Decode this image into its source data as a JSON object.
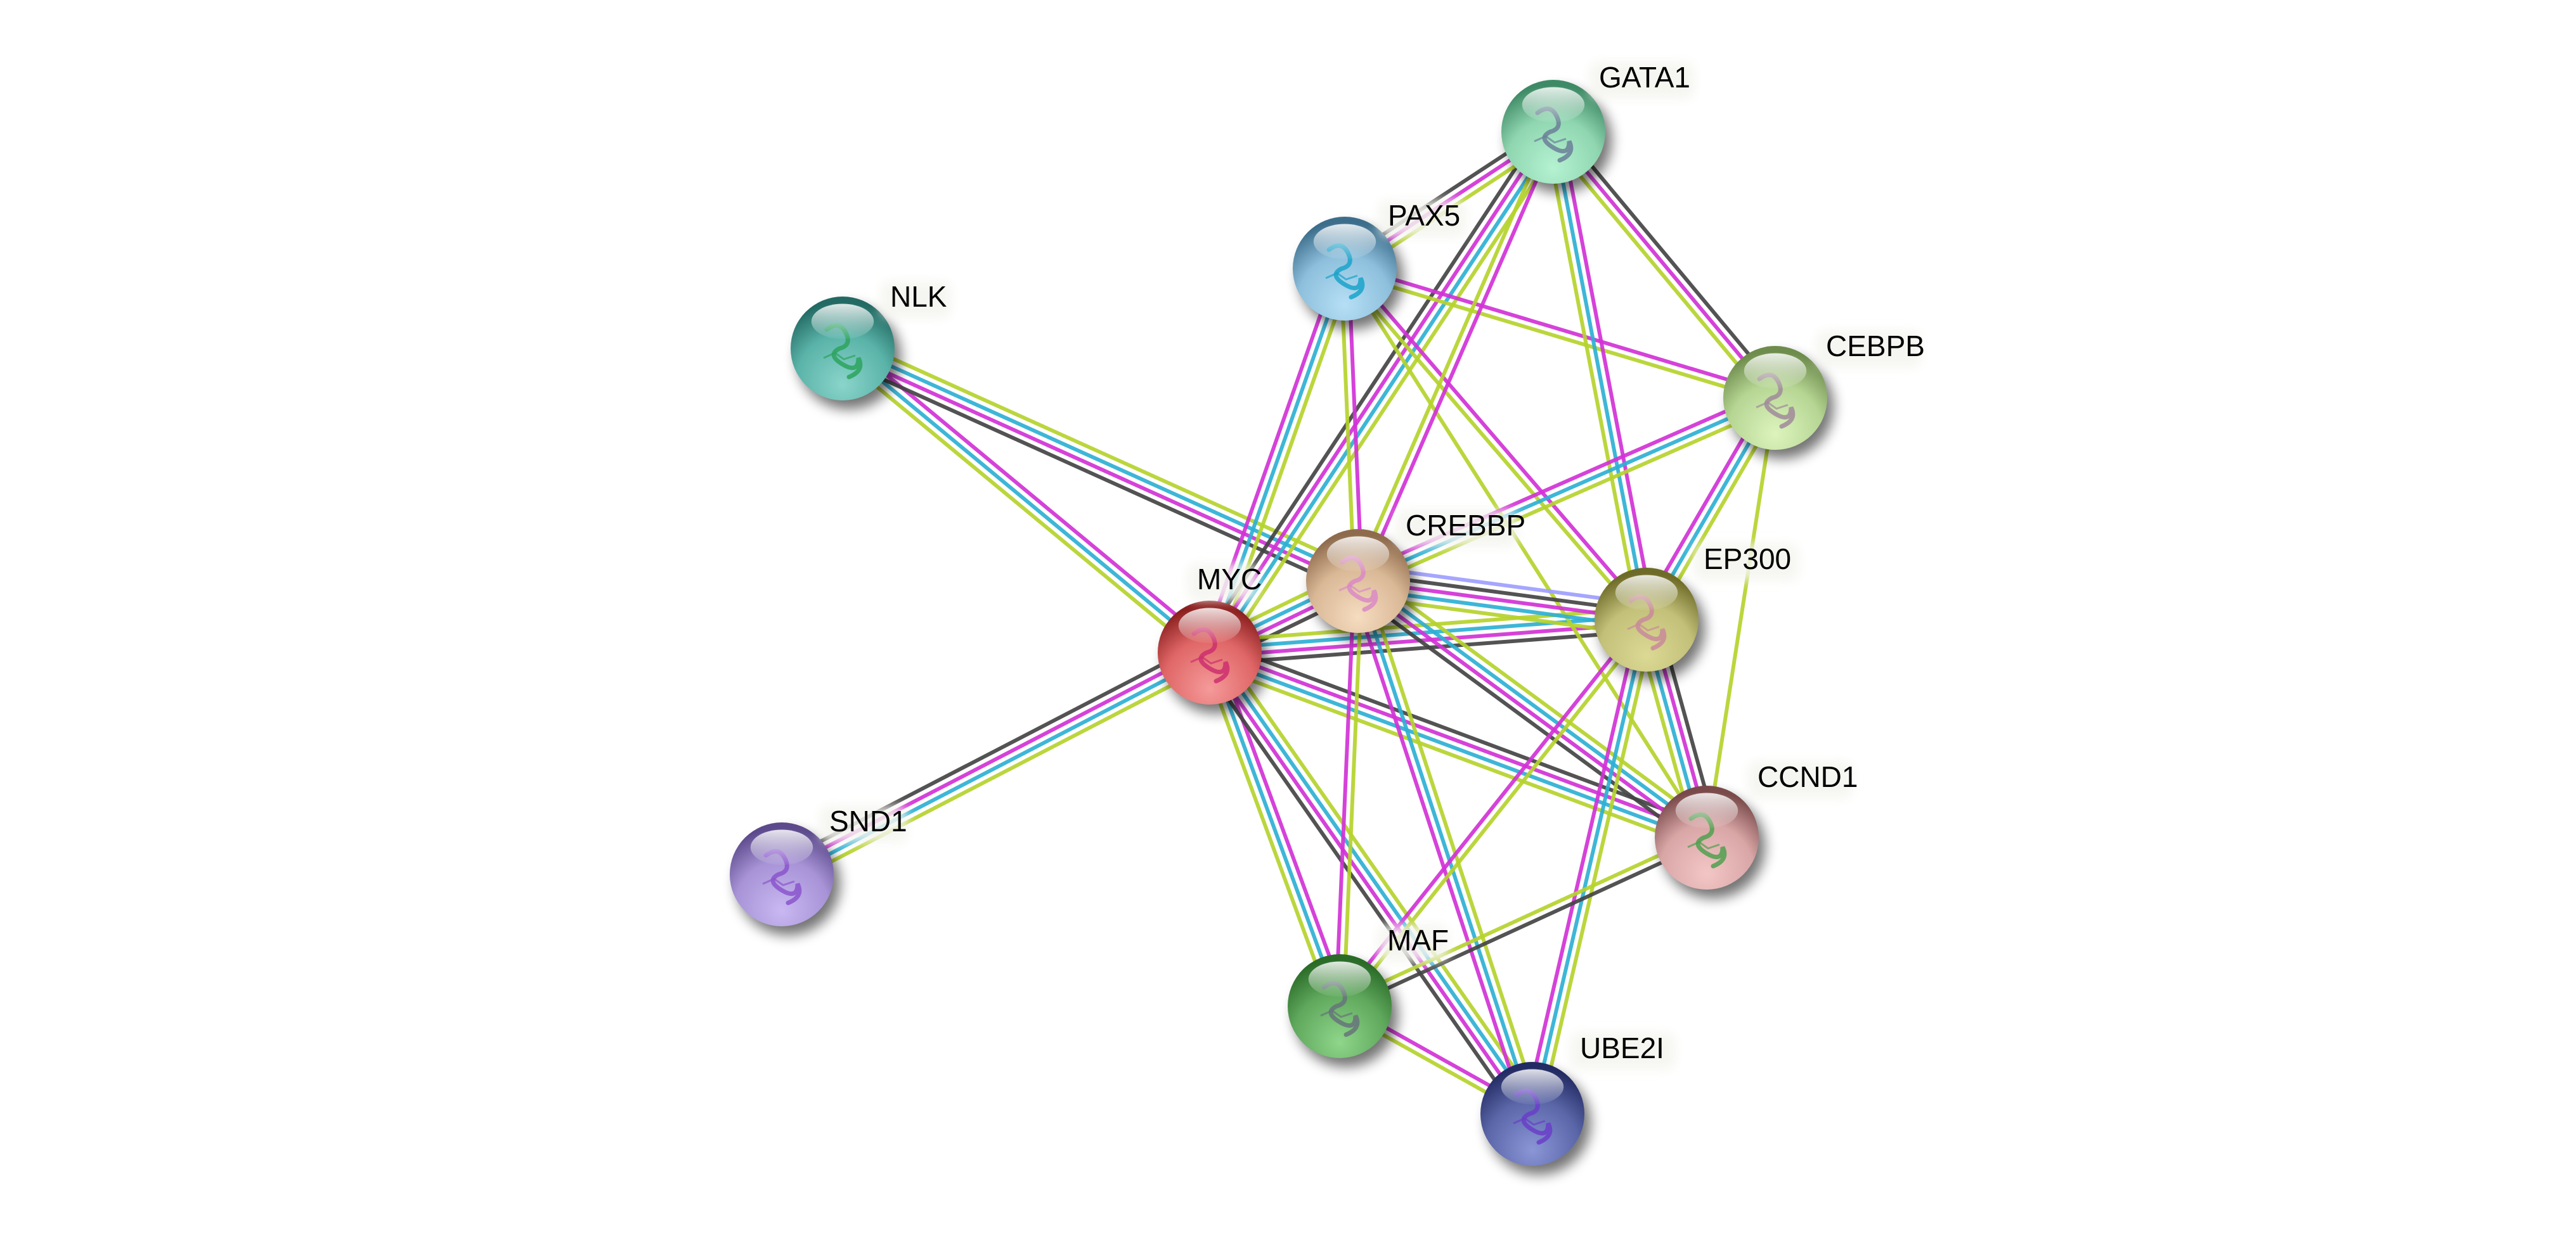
{
  "title": "Protein interaction network",
  "evidence_colors": {
    "textmining": "#b5d32d",
    "databases": "#2eb0d4",
    "experiments": "#d132d6",
    "coexpression": "#444444",
    "homology": "#9e9eff"
  },
  "nodes": [
    {
      "id": "MYC",
      "label": "MYC",
      "color": "#e06666",
      "dark": "#8b1f1f",
      "light": "#f59a9a",
      "structure": "#cc2f6e"
    },
    {
      "id": "CREBBP",
      "label": "CREBBP",
      "color": "#d9b896",
      "dark": "#8e6b4c",
      "light": "#f6dcc0",
      "structure": "#d98ac4"
    },
    {
      "id": "EP300",
      "label": "EP300",
      "color": "#c2c079",
      "dark": "#6e6b28",
      "light": "#dcd994",
      "structure": "#c98a9a"
    },
    {
      "id": "GATA1",
      "label": "GATA1",
      "color": "#8fd6b0",
      "dark": "#3f8a66",
      "light": "#b5f2d2",
      "structure": "#6b7f98"
    },
    {
      "id": "PAX5",
      "label": "PAX5",
      "color": "#8dbfdc",
      "dark": "#3c6e8c",
      "light": "#b6dff5",
      "structure": "#1aa3c9"
    },
    {
      "id": "CEBPB",
      "label": "CEBPB",
      "color": "#b6d694",
      "dark": "#6e8c4c",
      "light": "#ddf4bd",
      "structure": "#a08a9a"
    },
    {
      "id": "NLK",
      "label": "NLK",
      "color": "#5ab3a8",
      "dark": "#226a63",
      "light": "#8ad4cb",
      "structure": "#2da35e"
    },
    {
      "id": "SND1",
      "label": "SND1",
      "color": "#a793d6",
      "dark": "#5c4a8c",
      "light": "#c9b8f2",
      "structure": "#8b55cc"
    },
    {
      "id": "CCND1",
      "label": "CCND1",
      "color": "#d9a6a6",
      "dark": "#7a4a4a",
      "light": "#f3c6c6",
      "structure": "#4fa04f"
    },
    {
      "id": "MAF",
      "label": "MAF",
      "color": "#5fa85c",
      "dark": "#2a6b28",
      "light": "#8fd68b",
      "structure": "#66747a"
    },
    {
      "id": "UBE2I",
      "label": "UBE2I",
      "color": "#5a66a8",
      "dark": "#232b63",
      "light": "#8a96d6",
      "structure": "#6a3ec9"
    }
  ],
  "edges": [
    {
      "a": "MYC",
      "b": "SND1",
      "evidence": [
        "textmining",
        "databases",
        "experiments",
        "coexpression"
      ]
    },
    {
      "a": "MYC",
      "b": "NLK",
      "evidence": [
        "textmining",
        "databases",
        "experiments"
      ]
    },
    {
      "a": "NLK",
      "b": "CREBBP",
      "evidence": [
        "textmining",
        "databases",
        "experiments",
        "coexpression"
      ]
    },
    {
      "a": "MYC",
      "b": "PAX5",
      "evidence": [
        "experiments",
        "databases",
        "textmining"
      ]
    },
    {
      "a": "MYC",
      "b": "GATA1",
      "evidence": [
        "coexpression",
        "experiments",
        "databases",
        "textmining"
      ]
    },
    {
      "a": "MYC",
      "b": "CREBBP",
      "evidence": [
        "textmining",
        "databases",
        "experiments",
        "coexpression"
      ]
    },
    {
      "a": "MYC",
      "b": "EP300",
      "evidence": [
        "textmining",
        "databases",
        "experiments",
        "coexpression"
      ]
    },
    {
      "a": "MYC",
      "b": "CCND1",
      "evidence": [
        "coexpression",
        "experiments",
        "databases",
        "textmining"
      ]
    },
    {
      "a": "MYC",
      "b": "MAF",
      "evidence": [
        "experiments",
        "databases",
        "textmining"
      ]
    },
    {
      "a": "MYC",
      "b": "UBE2I",
      "evidence": [
        "textmining",
        "databases",
        "experiments",
        "coexpression"
      ]
    },
    {
      "a": "PAX5",
      "b": "GATA1",
      "evidence": [
        "coexpression",
        "experiments",
        "textmining"
      ]
    },
    {
      "a": "PAX5",
      "b": "CREBBP",
      "evidence": [
        "experiments",
        "textmining"
      ]
    },
    {
      "a": "PAX5",
      "b": "EP300",
      "evidence": [
        "experiments",
        "textmining"
      ]
    },
    {
      "a": "PAX5",
      "b": "CEBPB",
      "evidence": [
        "experiments",
        "textmining"
      ]
    },
    {
      "a": "PAX5",
      "b": "CCND1",
      "evidence": [
        "textmining"
      ]
    },
    {
      "a": "GATA1",
      "b": "CREBBP",
      "evidence": [
        "experiments",
        "textmining"
      ]
    },
    {
      "a": "GATA1",
      "b": "EP300",
      "evidence": [
        "experiments",
        "databases",
        "textmining"
      ]
    },
    {
      "a": "GATA1",
      "b": "CEBPB",
      "evidence": [
        "coexpression",
        "experiments",
        "textmining"
      ]
    },
    {
      "a": "CREBBP",
      "b": "CEBPB",
      "evidence": [
        "experiments",
        "databases",
        "textmining"
      ]
    },
    {
      "a": "EP300",
      "b": "CEBPB",
      "evidence": [
        "experiments",
        "databases",
        "textmining"
      ]
    },
    {
      "a": "CEBPB",
      "b": "CCND1",
      "evidence": [
        "textmining"
      ]
    },
    {
      "a": "CREBBP",
      "b": "EP300",
      "evidence": [
        "homology",
        "coexpression",
        "experiments",
        "databases",
        "textmining"
      ]
    },
    {
      "a": "CREBBP",
      "b": "CCND1",
      "evidence": [
        "textmining",
        "databases",
        "experiments",
        "coexpression"
      ]
    },
    {
      "a": "EP300",
      "b": "CCND1",
      "evidence": [
        "coexpression",
        "experiments",
        "databases",
        "textmining"
      ]
    },
    {
      "a": "CREBBP",
      "b": "MAF",
      "evidence": [
        "textmining",
        "experiments"
      ]
    },
    {
      "a": "CREBBP",
      "b": "UBE2I",
      "evidence": [
        "textmining",
        "databases",
        "experiments"
      ]
    },
    {
      "a": "EP300",
      "b": "MAF",
      "evidence": [
        "textmining",
        "experiments"
      ]
    },
    {
      "a": "EP300",
      "b": "UBE2I",
      "evidence": [
        "textmining",
        "databases",
        "experiments"
      ]
    },
    {
      "a": "MAF",
      "b": "CCND1",
      "evidence": [
        "textmining",
        "coexpression"
      ]
    },
    {
      "a": "MAF",
      "b": "UBE2I",
      "evidence": [
        "experiments",
        "textmining"
      ]
    }
  ]
}
